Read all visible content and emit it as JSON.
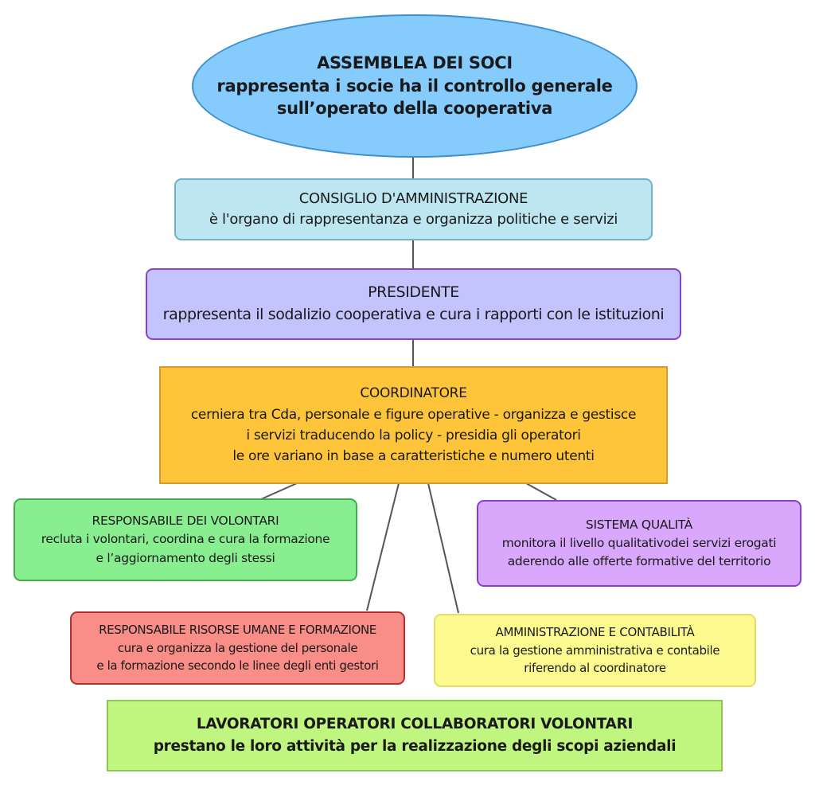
{
  "diagram": {
    "type": "organizational-chart",
    "nodes": {
      "assemblea": {
        "title": "ASSEMBLEA  DEI SOCI",
        "lines": [
          "rappresenta i socie ha il controllo generale",
          "sull’operato della cooperativa"
        ],
        "color": "#85cbfc"
      },
      "cda": {
        "title": "CONSIGLIO D'AMMINISTRAZIONE",
        "lines": [
          "è l'organo di rappresentanza  e organizza politiche e servizi"
        ],
        "color": "#bde6f1"
      },
      "presidente": {
        "title": "PRESIDENTE",
        "lines": [
          "rappresenta il sodalizio cooperativa  e cura i rapporti con le istituzioni"
        ],
        "color": "#c3c3fe"
      },
      "coordinatore": {
        "title": "COORDINATORE",
        "lines": [
          "cerniera tra Cda, personale e figure operative - organizza e gestisce",
          "i servizi traducendo la policy - presidia gli operatori",
          "le ore variano in base a caratteristiche e numero utenti"
        ],
        "color": "#fec43a"
      },
      "volontari": {
        "title": "RESPONSABILE DEI VOLONTARI",
        "lines": [
          "recluta i volontari, coordina e cura la formazione",
          "e l’aggiornamento degli stessi"
        ],
        "color": "#88ee90"
      },
      "qualita": {
        "title": "SISTEMA QUALITÀ",
        "lines": [
          "monitora  il livello qualitativodei servizi erogati",
          "aderendo alle offerte formative del territorio"
        ],
        "color": "#d9a8fc"
      },
      "risorse_umane": {
        "title": "RESPONSABILE RISORSE UMANE E FORMAZIONE",
        "lines": [
          "cura e organizza la gestione del personale",
          "e la formazione secondo le linee degli enti gestori"
        ],
        "color": "#f98d87"
      },
      "amministrazione": {
        "title": "AMMINISTRAZIONE E CONTABILITÀ",
        "lines": [
          "cura la gestione amministrativa e contabile",
          "riferendo al coordinatore"
        ],
        "color": "#fdfb8f"
      },
      "lavoratori": {
        "title": "LAVORATORI OPERATORI COLLABORATORI VOLONTARI",
        "lines": [
          "prestano le loro attività per la realizzazione degli scopi aziendali"
        ],
        "color": "#c0f57f"
      }
    },
    "edges": [
      [
        "assemblea",
        "cda"
      ],
      [
        "cda",
        "presidente"
      ],
      [
        "presidente",
        "coordinatore"
      ],
      [
        "coordinatore",
        "volontari"
      ],
      [
        "coordinatore",
        "risorse_umane"
      ],
      [
        "coordinatore",
        "amministrazione"
      ],
      [
        "coordinatore",
        "qualita"
      ]
    ]
  }
}
